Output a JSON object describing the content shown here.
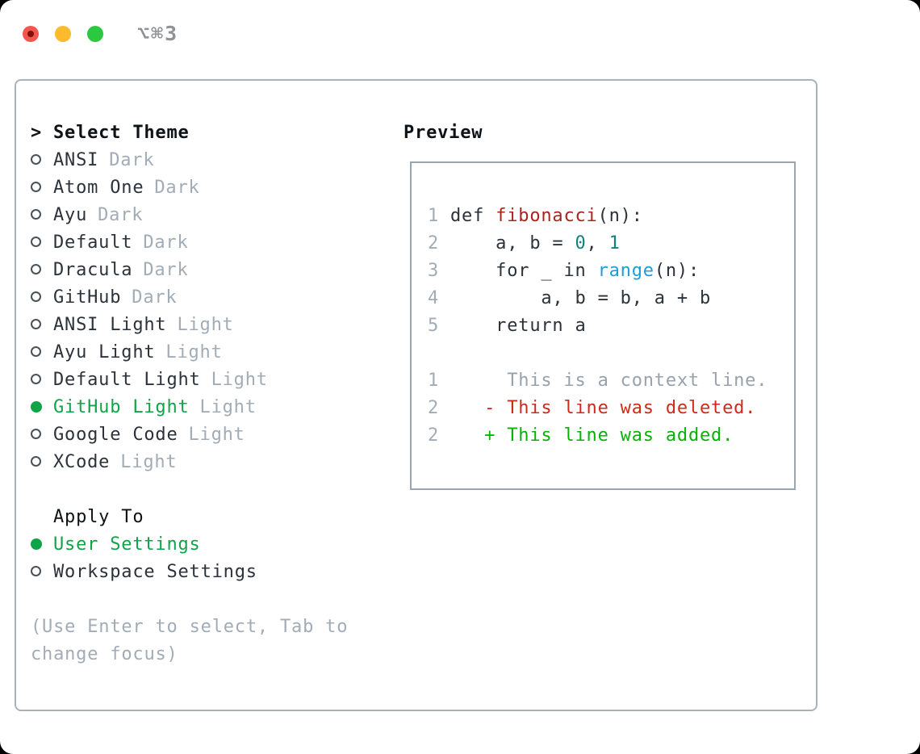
{
  "titlebar": {
    "shortcut": "⌥⌘3"
  },
  "theme_panel": {
    "header": {
      "marker": ">",
      "label": "Select Theme"
    },
    "themes": [
      {
        "name": "ANSI",
        "variant": "Dark",
        "selected": false
      },
      {
        "name": "Atom One",
        "variant": "Dark",
        "selected": false
      },
      {
        "name": "Ayu",
        "variant": "Dark",
        "selected": false
      },
      {
        "name": "Default",
        "variant": "Dark",
        "selected": false
      },
      {
        "name": "Dracula",
        "variant": "Dark",
        "selected": false
      },
      {
        "name": "GitHub",
        "variant": "Dark",
        "selected": false
      },
      {
        "name": "ANSI Light",
        "variant": "Light",
        "selected": false
      },
      {
        "name": "Ayu Light",
        "variant": "Light",
        "selected": false
      },
      {
        "name": "Default Light",
        "variant": "Light",
        "selected": false
      },
      {
        "name": "GitHub Light",
        "variant": "Light",
        "selected": true
      },
      {
        "name": "Google Code",
        "variant": "Light",
        "selected": false
      },
      {
        "name": "XCode",
        "variant": "Light",
        "selected": false
      }
    ],
    "apply_to": {
      "label": "Apply To",
      "options": [
        {
          "name": "User Settings",
          "selected": true
        },
        {
          "name": "Workspace Settings",
          "selected": false
        }
      ]
    },
    "hint_lines": [
      "(Use Enter to select, Tab to",
      "change focus)"
    ]
  },
  "preview": {
    "label": "Preview",
    "code_lines": [
      {
        "num": "1",
        "tokens": [
          {
            "text": "def ",
            "type": "code"
          },
          {
            "text": "fibonacci",
            "type": "function"
          },
          {
            "text": "(n):",
            "type": "code"
          }
        ]
      },
      {
        "num": "2",
        "tokens": [
          {
            "text": "    a, b = ",
            "type": "code"
          },
          {
            "text": "0",
            "type": "number"
          },
          {
            "text": ", ",
            "type": "code"
          },
          {
            "text": "1",
            "type": "number"
          }
        ]
      },
      {
        "num": "3",
        "tokens": [
          {
            "text": "    for _ in ",
            "type": "code"
          },
          {
            "text": "range",
            "type": "builtin"
          },
          {
            "text": "(n):",
            "type": "code"
          }
        ]
      },
      {
        "num": "4",
        "tokens": [
          {
            "text": "        a, b = b, a + b",
            "type": "code"
          }
        ]
      },
      {
        "num": "5",
        "tokens": [
          {
            "text": "    return a",
            "type": "code"
          }
        ]
      }
    ],
    "diff_lines": [
      {
        "num": "1",
        "text": "     This is a context line.",
        "type": "context"
      },
      {
        "num": "2",
        "text": "   - This line was deleted.",
        "type": "deleted"
      },
      {
        "num": "2",
        "text": "   + This line was added.",
        "type": "added"
      }
    ]
  },
  "colors": {
    "accent_green": "#10a348",
    "added_green": "#04b303",
    "deleted_red": "#cf2a17",
    "function_red": "#ab241c",
    "builtin_blue": "#1a9ed9",
    "number_teal": "#12817e",
    "dim_gray": "#a2acb6",
    "text_dark": "#2b323a",
    "panel_border": "#a9b1bb"
  }
}
